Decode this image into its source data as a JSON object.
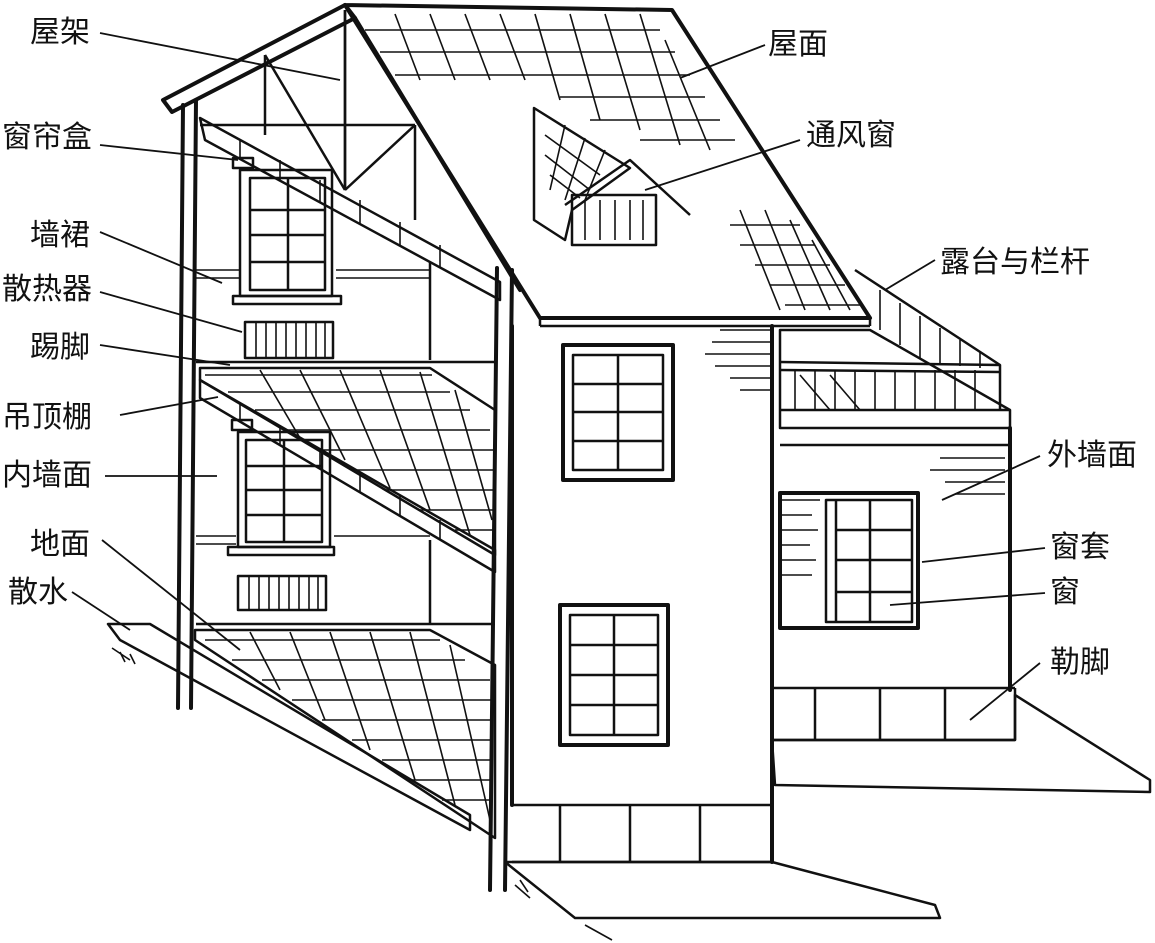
{
  "labels": {
    "roof_truss": "屋架",
    "curtain_box": "窗帘盒",
    "dado": "墙裙",
    "radiator": "散热器",
    "skirting": "踢脚",
    "suspended_ceiling": "吊顶棚",
    "interior_wall": "内墙面",
    "floor": "地面",
    "apron": "散水",
    "roof_surface": "屋面",
    "dormer_vent": "通风窗",
    "terrace_railing": "露台与栏杆",
    "exterior_wall": "外墙面",
    "window_casing": "窗套",
    "window": "窗",
    "plinth": "勒脚"
  }
}
